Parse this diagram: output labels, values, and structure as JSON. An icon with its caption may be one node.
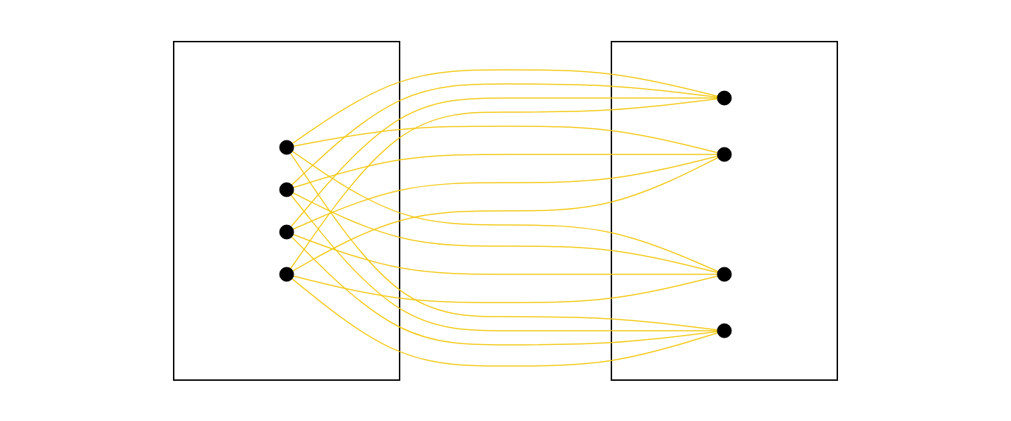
{
  "diagram": {
    "nodes": [
      {
        "text": [],
        "shape": "cloud"
      },
      {
        "text": [],
        "shape": "circle",
        "in": 0
      },
      {
        "text": [],
        "shape": "circle",
        "in": 0
      },
      {
        "text": [],
        "shape": "circle",
        "in": 0
      },
      {
        "text": [],
        "shape": "circle",
        "in": 0
      },
      {
        "text": [],
        "shape": "cloud"
      },
      {
        "text": [],
        "shape": "circle",
        "in": 5
      },
      {
        "text": [],
        "shape": "circle",
        "in": 5
      },
      {
        "text": [],
        "shape": "circle",
        "in": 5
      },
      {
        "text": [],
        "shape": "circle",
        "in": 5
      }
    ],
    "edges": [
      {
        "from": 1,
        "to": 6,
        "arrow": "none"
      },
      {
        "from": 1,
        "to": 7,
        "arrow": "none"
      },
      {
        "from": 1,
        "to": 8,
        "arrow": "none"
      },
      {
        "from": 1,
        "to": 9,
        "arrow": "none"
      },
      {
        "from": 2,
        "to": 6,
        "arrow": "none"
      },
      {
        "from": 2,
        "to": 7,
        "arrow": "none"
      },
      {
        "from": 2,
        "to": 8,
        "arrow": "none"
      },
      {
        "from": 2,
        "to": 9,
        "arrow": "none"
      },
      {
        "from": 3,
        "to": 6,
        "arrow": "none"
      },
      {
        "from": 3,
        "to": 7,
        "arrow": "none"
      },
      {
        "from": 3,
        "to": 8,
        "arrow": "none"
      },
      {
        "from": 3,
        "to": 9,
        "arrow": "none"
      },
      {
        "from": 4,
        "to": 6,
        "arrow": "none"
      },
      {
        "from": 4,
        "to": 7,
        "arrow": "none"
      },
      {
        "from": 4,
        "to": 8,
        "arrow": "none"
      },
      {
        "from": 4,
        "to": 9,
        "arrow": "none"
      }
    ]
  }
}
